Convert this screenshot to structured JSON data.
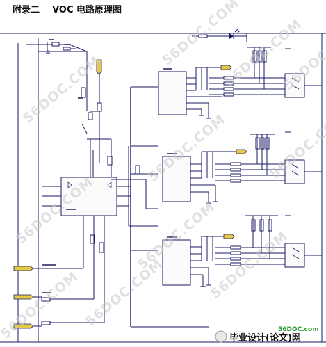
{
  "title": "附录二    VOC 电路原理图",
  "watermarks": [
    "56DOC.COM"
  ],
  "logo": {
    "site": "56DOC.com",
    "name": "毕业设计(论文)网"
  },
  "colors": {
    "wire": "#1a1a66",
    "arrow_fill": "#e7c94a",
    "led": "#1a1a66",
    "logo_green": "#2a9a2a"
  }
}
